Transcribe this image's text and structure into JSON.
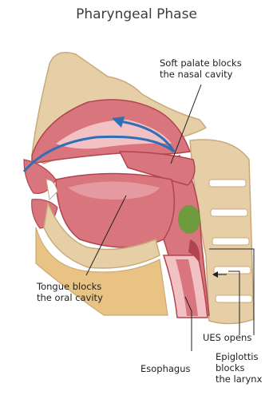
{
  "title": "Pharyngeal Phase",
  "labels": {
    "soft_palate": [
      "Soft palate blocks",
      "the nasal cavity"
    ],
    "tongue": [
      "Tongue blocks",
      "the oral cavity"
    ],
    "ues": [
      "UES opens"
    ],
    "esophagus": [
      "Esophagus"
    ],
    "epiglottis": [
      "Epiglottis",
      "blocks",
      "the larynx"
    ]
  },
  "colors": {
    "bone": "#e6cfa6",
    "tissue": "#d8757d",
    "tissue_dark": "#b2444f",
    "cavity": "#f1c1c4",
    "airflow_arrow": "#2f6fb6",
    "epiglottis": "#6f9a3d"
  }
}
